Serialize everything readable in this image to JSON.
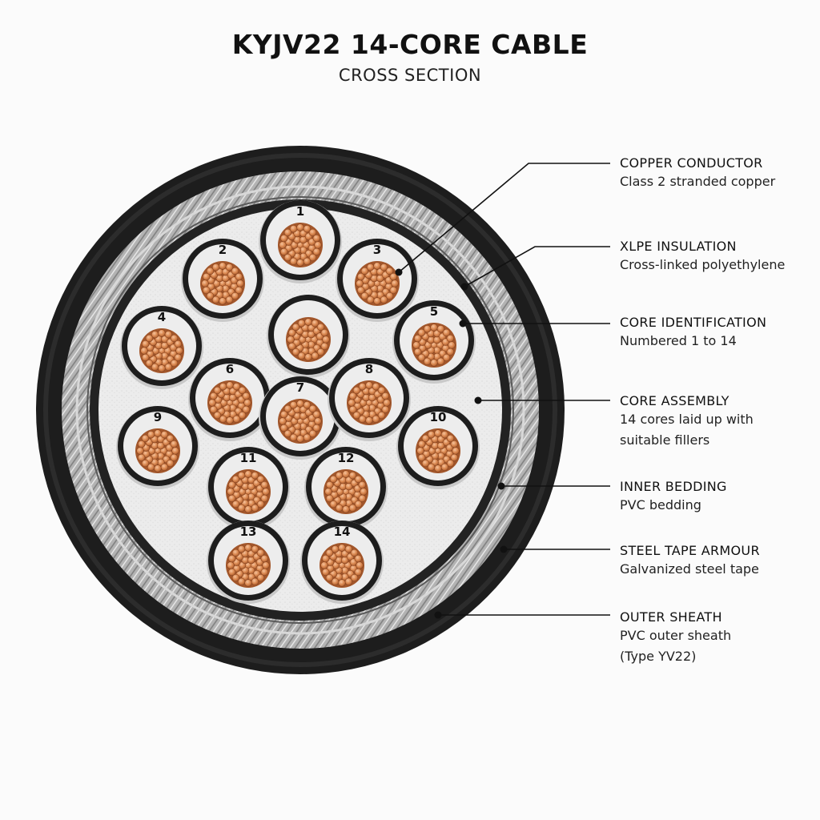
{
  "header": {
    "title": "KYJV22 14-CORE CABLE",
    "subtitle": "CROSS SECTION"
  },
  "colors": {
    "sheath": "#1d1d1d",
    "armour": "#a9a9a9",
    "bedding": "#e8e8e8",
    "insulation": "#ededed",
    "copper": "#d9874f",
    "copper_dark": "#a3572b",
    "leader": "#111111"
  },
  "cores": [
    {
      "label": "1"
    },
    {
      "label": "2"
    },
    {
      "label": "3"
    },
    {
      "label": "4"
    },
    {
      "label": "5"
    },
    {
      "label": ""
    },
    {
      "label": "6"
    },
    {
      "label": "7"
    },
    {
      "label": "8"
    },
    {
      "label": "9"
    },
    {
      "label": "10"
    },
    {
      "label": "11"
    },
    {
      "label": "12"
    },
    {
      "label": "13"
    },
    {
      "label": "14"
    }
  ],
  "callouts": [
    {
      "name": "COPPER CONDUCTOR",
      "desc": "Class 2 stranded copper"
    },
    {
      "name": "XLPE INSULATION",
      "desc": "Cross-linked polyethylene"
    },
    {
      "name": "CORE IDENTIFICATION",
      "desc": "Numbered 1 to 14"
    },
    {
      "name": "CORE ASSEMBLY",
      "desc": "14 cores laid up with suitable fillers"
    },
    {
      "name": "INNER BEDDING",
      "desc": "PVC bedding"
    },
    {
      "name": "STEEL TAPE ARMOUR",
      "desc": "Galvanized steel tape"
    },
    {
      "name": "OUTER SHEATH",
      "desc": "PVC outer sheath (Type YV22)"
    }
  ]
}
